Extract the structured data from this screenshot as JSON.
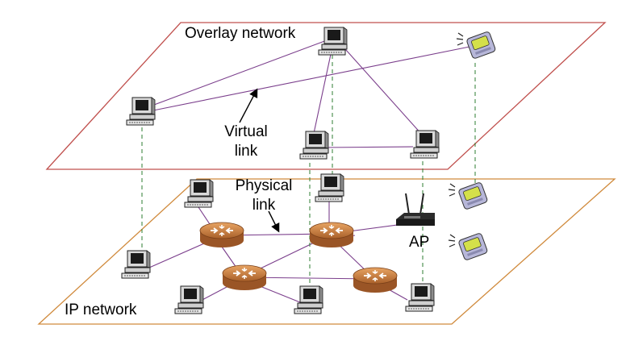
{
  "labels": {
    "overlay_network": "Overlay network",
    "ip_network": "IP network",
    "virtual_link_line1": "Virtual",
    "virtual_link_line2": "link",
    "physical_link_line1": "Physical",
    "physical_link_line2": "link",
    "access_point": "AP"
  },
  "colors": {
    "overlay_plane": "#c0504d",
    "ip_plane": "#d08a3c",
    "link": "#7b3f8c",
    "mapping": "#2e7d32",
    "router": "#c87533",
    "pda_screen": "#d4e04a",
    "pda_body": "#b7b7d9"
  },
  "icons": [
    "desktop-computer-icon",
    "pda-icon",
    "router-icon",
    "wireless-access-point-icon",
    "arrow-icon"
  ]
}
